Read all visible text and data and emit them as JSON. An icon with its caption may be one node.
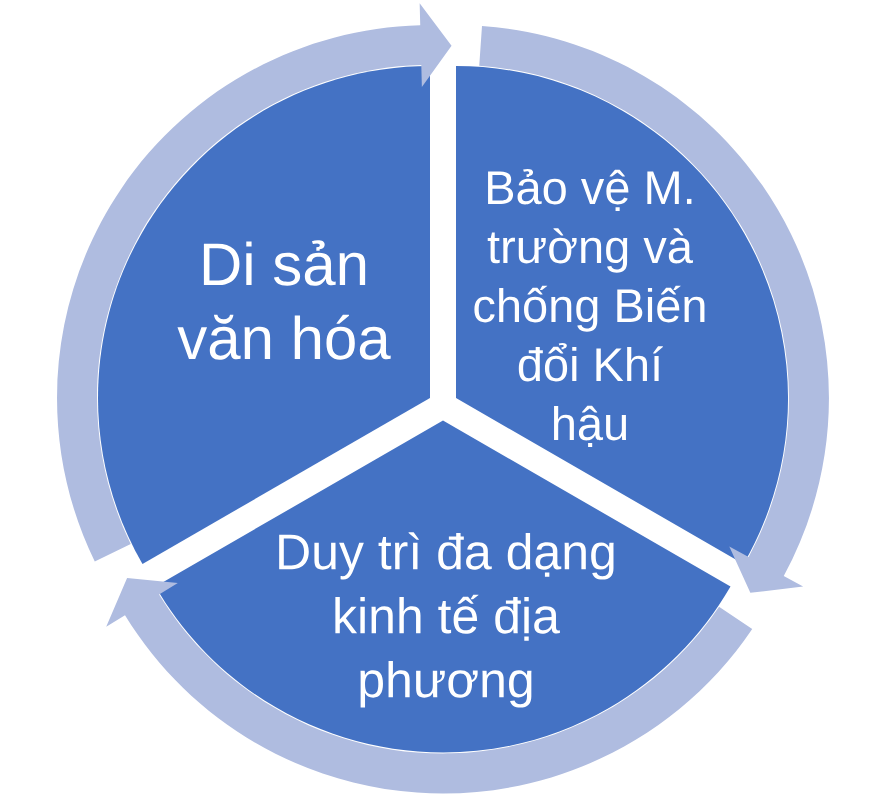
{
  "diagram": {
    "nodes": [
      {
        "text": [
          "Di sản văn hóa"
        ]
      },
      {
        "text": [
          "Bảo vệ M. trường và chống Biến đổi Khí hậu"
        ]
      },
      {
        "text": [
          "Duy trì đa dạng kinh tế địa phương"
        ]
      }
    ],
    "edges": [
      {
        "from": 0,
        "to": 1,
        "arrow": "to"
      },
      {
        "from": 1,
        "to": 2,
        "arrow": "to"
      },
      {
        "from": 2,
        "to": 0,
        "arrow": "to"
      }
    ]
  }
}
